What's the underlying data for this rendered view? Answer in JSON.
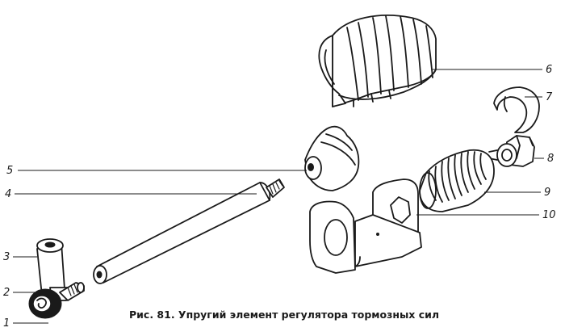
{
  "caption": "Рис. 81. Упругий элемент регулятора тормозных сил",
  "callouts": [
    {
      "id": "1",
      "label": "1",
      "part": "nut"
    },
    {
      "id": "2",
      "label": "2",
      "part": "washer"
    },
    {
      "id": "3",
      "label": "3",
      "part": "bushing"
    },
    {
      "id": "4",
      "label": "4",
      "part": "rod"
    },
    {
      "id": "5",
      "label": "5",
      "part": "cone"
    },
    {
      "id": "6",
      "label": "6",
      "part": "cover"
    },
    {
      "id": "7",
      "label": "7",
      "part": "retaining-ring"
    },
    {
      "id": "8",
      "label": "8",
      "part": "adjusting-nut"
    },
    {
      "id": "9",
      "label": "9",
      "part": "spring"
    },
    {
      "id": "10",
      "label": "10",
      "part": "bracket"
    }
  ]
}
